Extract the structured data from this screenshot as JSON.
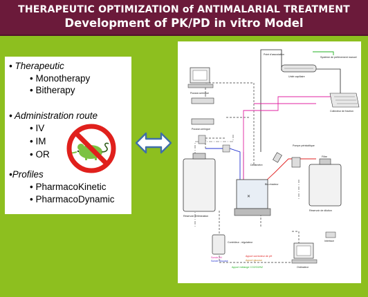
{
  "banner": {
    "title": "THERAPEUTIC OPTIMIZATION of ANTIMALARIAL TREATMENT",
    "subtitle": "Development of PK/PD in vitro Model"
  },
  "left_panel": {
    "therapeutic_header": "• Therapeutic",
    "therapeutic_items": [
      "• Monotherapy",
      "• Bitherapy"
    ],
    "route_header": "• Administration route",
    "route_items": [
      "• IV",
      "• IM",
      "• OR"
    ],
    "profiles_header": "•Profiles",
    "profile_items": [
      "• PharmacoKinetic",
      "• PharmacoDynamic"
    ]
  },
  "diagram": {
    "labels": {
      "pousse_seringue_1": "Pousse-seringue",
      "pousse_seringue_2": "Pousse-seringue",
      "reservoir_elimination": "Réservoir d'élimination",
      "point_association": "Point d'association",
      "systeme_prelevement": "Système de prélèvement manuel",
      "unite_capillaire": "Unité capillaire",
      "collecteur": "Collecteur de fraction",
      "pompe": "Pompe péristaltique",
      "filtre": "Filtre",
      "debitmetre": "Débitmètre",
      "bio_reacteur": "Bio-réacteur",
      "reservoir_dilution": "Réservoir de dilution",
      "controleur": "Contrôleur - régulateur",
      "interface": "Interface",
      "ordinateur": "Ordinateur",
      "sonde_ph": "Sonde pH",
      "sonde_glucose": "Sonde Glucose",
      "apport_ph": "Apport correcteur de pH",
      "apport_glucose": "Apport glucose",
      "apport_melange": "Apport mélange CO2/O2/N2"
    }
  },
  "colors": {
    "banner_bg": "#6b1a3a",
    "page_bg": "#8dbf1f",
    "prohibited_red": "#e0201c",
    "mouse_green": "#7cc242",
    "arrow_blue": "#3f6fa8"
  }
}
